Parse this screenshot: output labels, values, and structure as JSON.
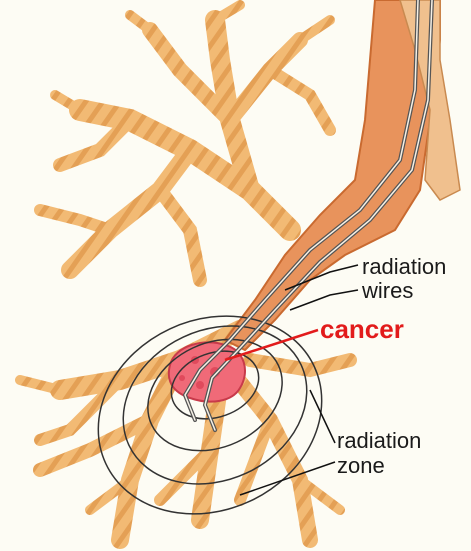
{
  "labels": {
    "radiation_wires_line1": "radiation",
    "radiation_wires_line2": "wires",
    "cancer": "cancer",
    "radiation_zone_line1": "radiation",
    "radiation_zone_line2": "zone"
  },
  "colors": {
    "background": "#fdfcf4",
    "airway": "#f2ba74",
    "airway_stripe": "#d98a3c",
    "main_bronchus": "#e8935c",
    "tumor": "#f06a78",
    "cancer_text": "#e21b1b",
    "wire": "#555555",
    "zone_line": "#333333"
  },
  "icons": {
    "tumor": "tumor-mass-icon"
  }
}
